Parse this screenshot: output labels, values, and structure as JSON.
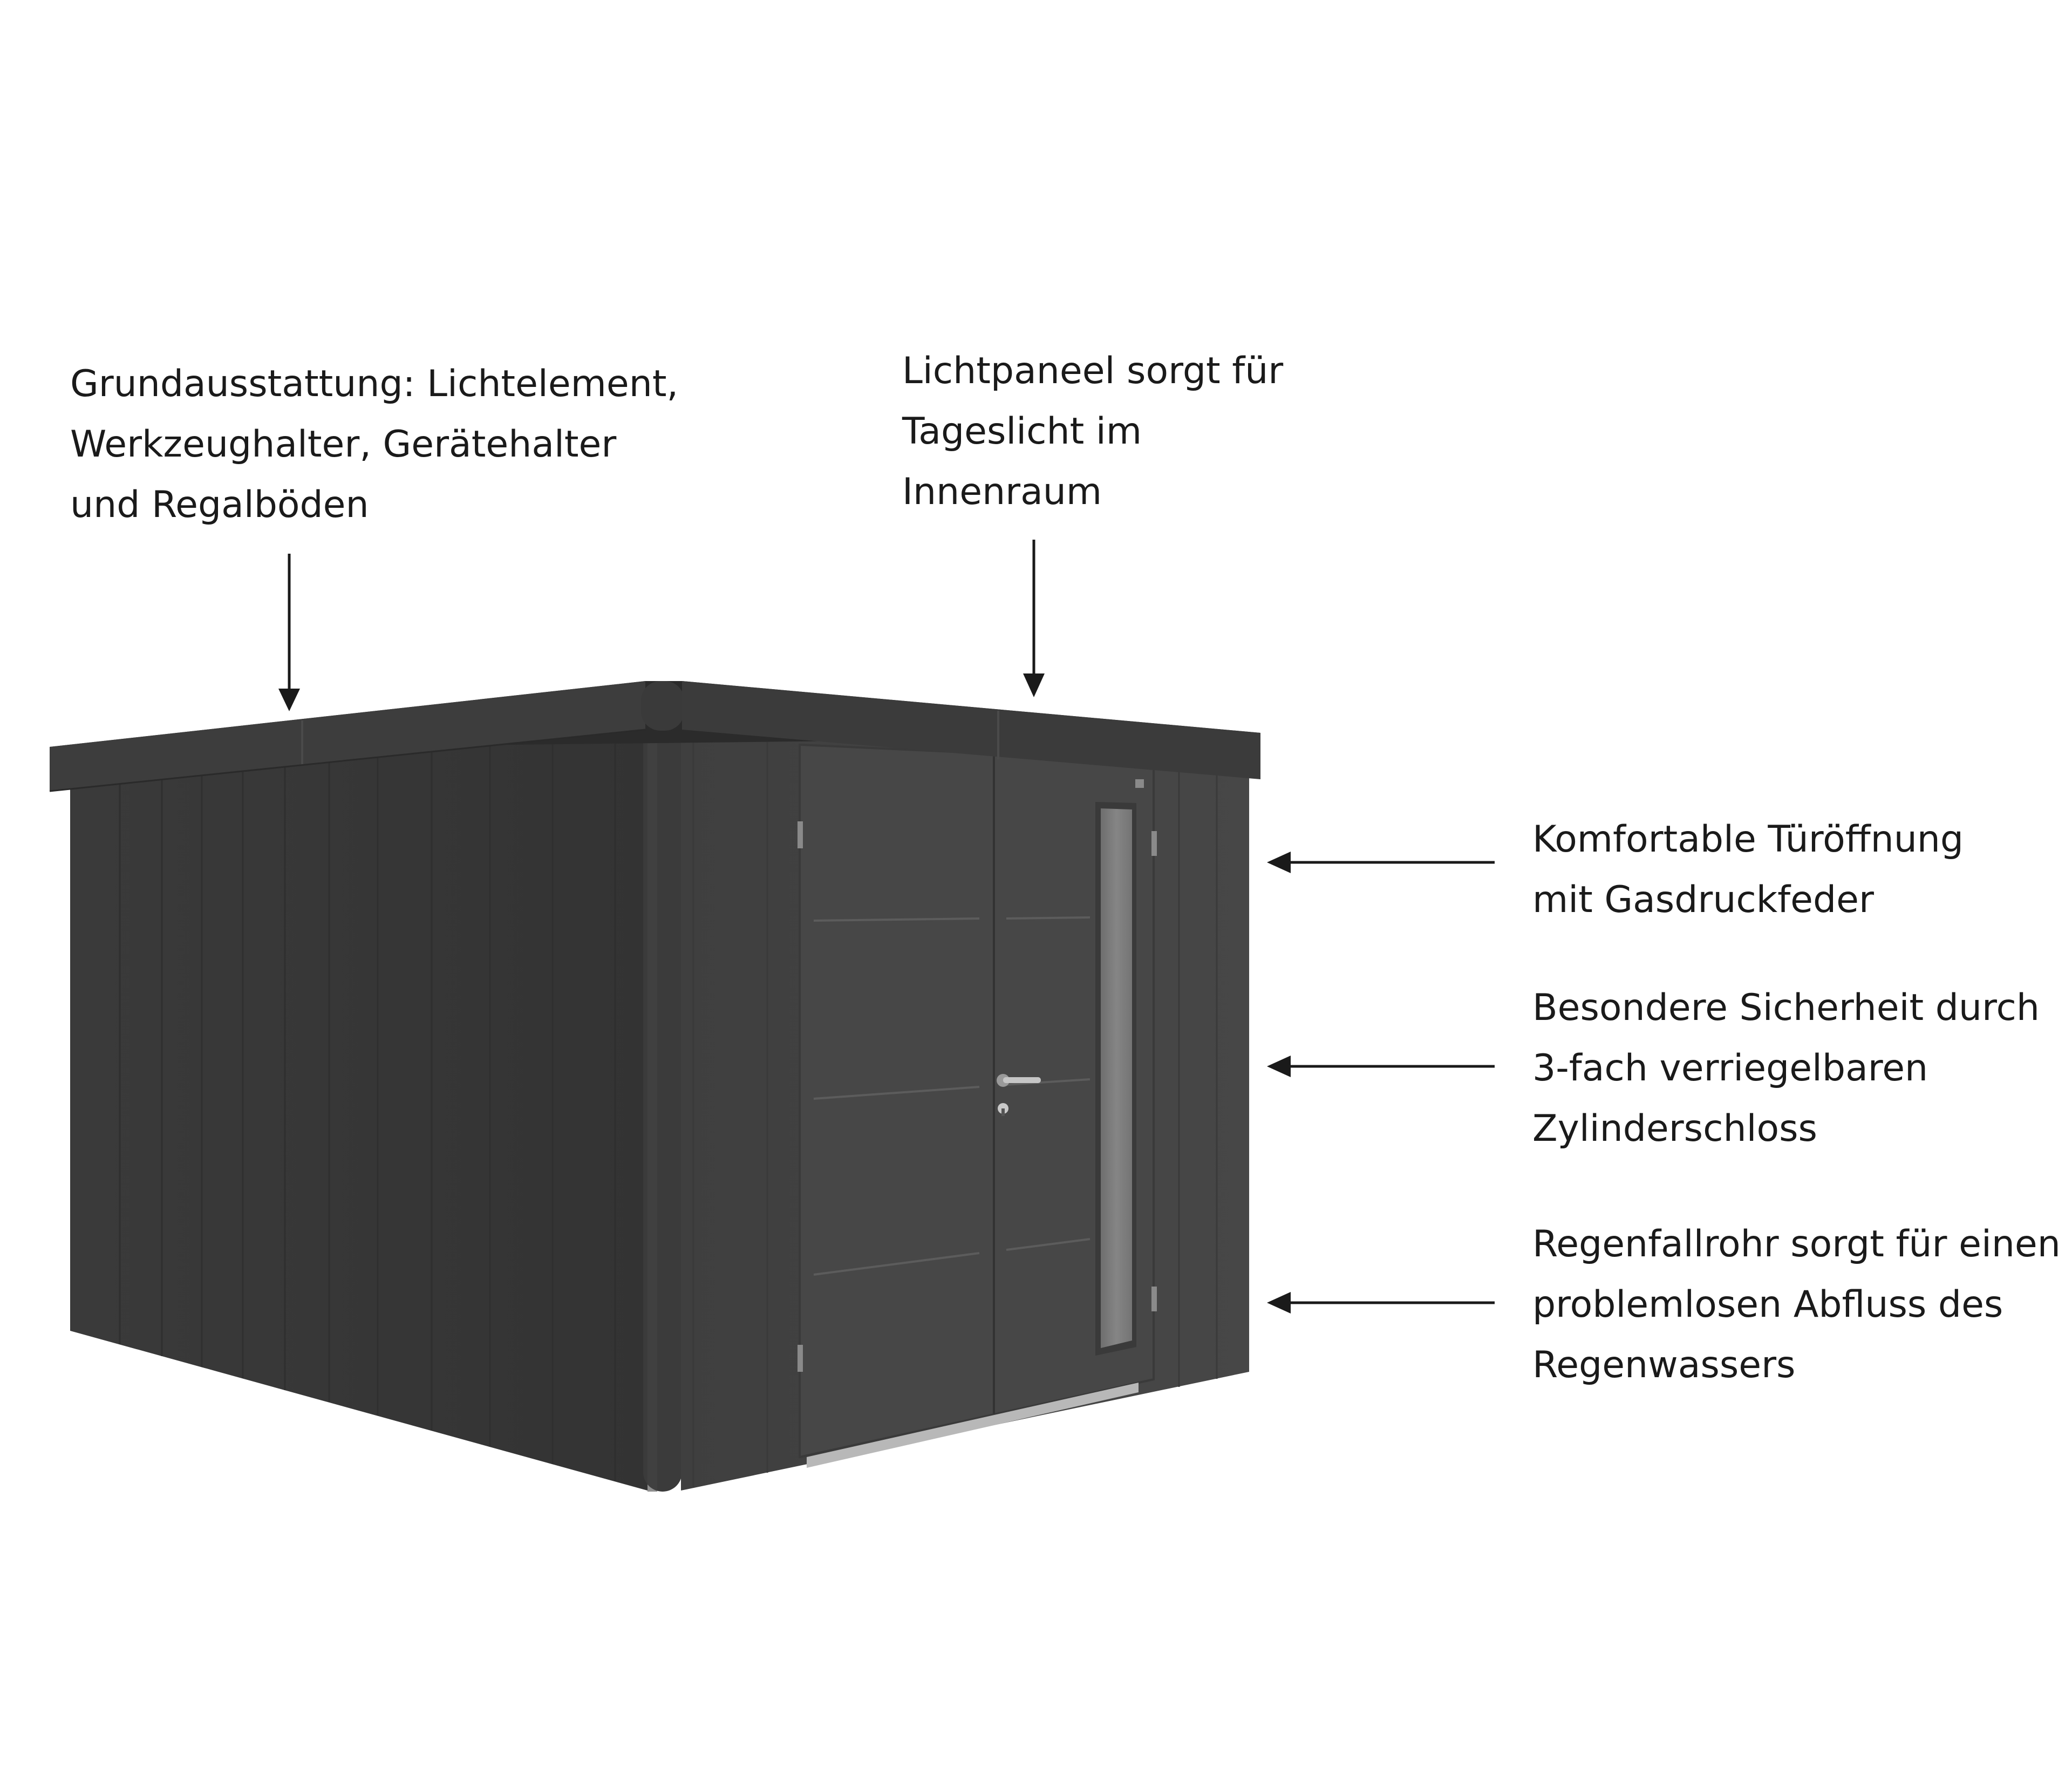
{
  "image": {
    "subject": "Gerätehaus",
    "colors": {
      "roof_top": "#2e2e2e",
      "roof_edge": "#3c3c3c",
      "side_wall": "#373737",
      "front_wall": "#434343",
      "door": "#474747",
      "window": "#7d7d7d",
      "arrow": "#1a1a1a"
    }
  },
  "callouts": [
    {
      "id": "grundausstattung",
      "lines": [
        "Grundausstattung: Lichtelement,",
        "Werkzeughalter, Gerätehalter",
        "und Regalböden"
      ],
      "arrow_direction": "down"
    },
    {
      "id": "lichtpaneel",
      "lines": [
        "Lichtpaneel sorgt für",
        "Tageslicht im",
        "Innenraum"
      ],
      "arrow_direction": "down"
    },
    {
      "id": "tueroeffnung",
      "lines": [
        "Komfortable Türöffnung",
        "mit Gasdruckfeder"
      ],
      "arrow_direction": "left"
    },
    {
      "id": "sicherheit",
      "lines": [
        "Besondere Sicherheit durch",
        "3-fach verriegelbaren",
        "Zylinderschloss"
      ],
      "arrow_direction": "left"
    },
    {
      "id": "regenfallrohr",
      "lines": [
        "Regenfallrohr sorgt für einen",
        "problemlosen Abfluss des",
        "Regenwassers"
      ],
      "arrow_direction": "left"
    }
  ]
}
